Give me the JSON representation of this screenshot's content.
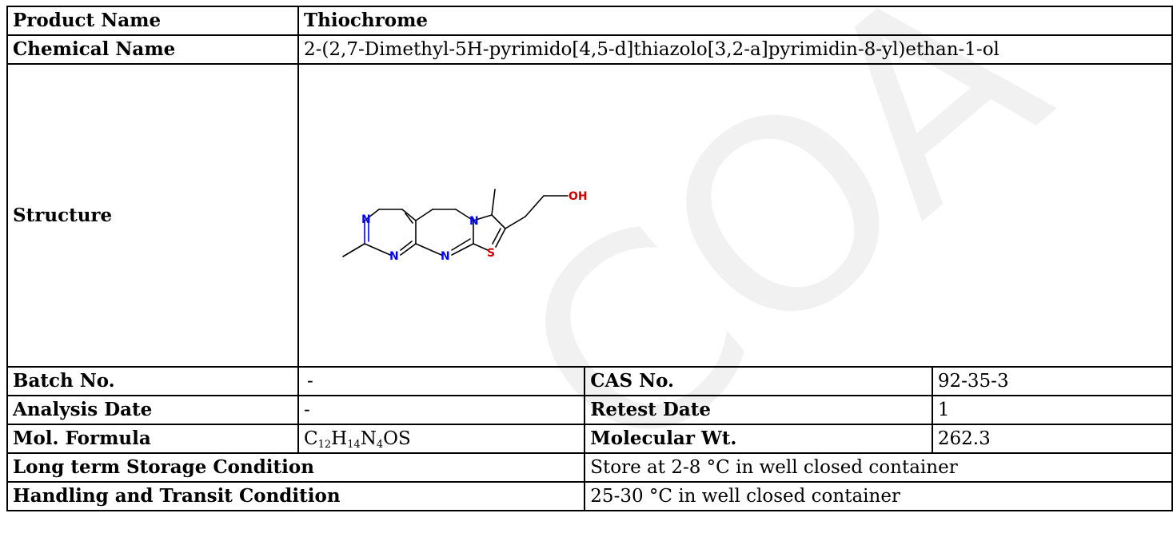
{
  "product": {
    "label": "Product Name",
    "value": "Thiochrome"
  },
  "chemical": {
    "label": "Chemical Name",
    "value": "2-(2,7-Dimethyl-5H-pyrimido[4,5-d]thiazolo[3,2-a]pyrimidin-8-yl)ethan-1-ol"
  },
  "structure": {
    "label": "Structure",
    "atoms": {
      "n1": "N",
      "n2": "N",
      "n3": "N",
      "n4": "N",
      "s": "S",
      "oh": "OH"
    },
    "colors": {
      "nitrogen": "#0000ff",
      "sulfur": "#cc0000",
      "oxygen": "#cc0000",
      "bond": "#000000"
    }
  },
  "batch": {
    "label": "Batch No.",
    "value": "-"
  },
  "cas": {
    "label": "CAS No.",
    "value": "92-35-3"
  },
  "analysis_date": {
    "label": "Analysis Date",
    "value": "-"
  },
  "retest_date": {
    "label": "Retest Date",
    "value": "1"
  },
  "mol_formula": {
    "label": "Mol. Formula",
    "parts": [
      {
        "t": "C",
        "sub": "12"
      },
      {
        "t": "H",
        "sub": "14"
      },
      {
        "t": "N",
        "sub": "4"
      },
      {
        "t": "OS",
        "sub": ""
      }
    ]
  },
  "mol_weight": {
    "label": "Molecular Wt.",
    "value": "262.3"
  },
  "storage": {
    "label": "Long term Storage Condition",
    "value": "Store at 2-8 °C in well closed container"
  },
  "handling": {
    "label": "Handling and Transit Condition",
    "value": "25-30 °C in well closed container"
  },
  "watermark": {
    "text": "COA",
    "color": "#f2f2f2"
  }
}
